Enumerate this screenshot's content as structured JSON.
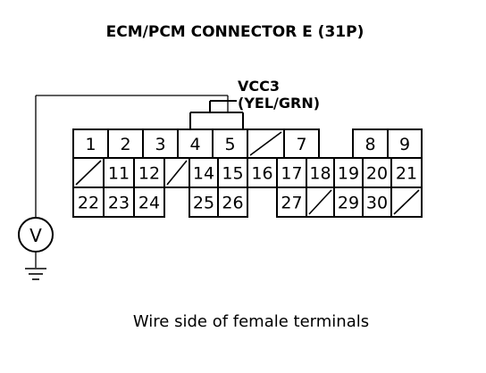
{
  "title": "ECM/PCM CONNECTOR E (31P)",
  "vcc": {
    "name": "VCC3",
    "wire_color": "(YEL/GRN)"
  },
  "meter_symbol": "V",
  "pins": {
    "row1": [
      "1",
      "2",
      "3",
      "4",
      "5",
      "",
      "7",
      "8",
      "9"
    ],
    "row2": [
      "",
      "11",
      "12",
      "",
      "14",
      "15",
      "16",
      "17",
      "18",
      "19",
      "20",
      "21"
    ],
    "row3": [
      "22",
      "23",
      "24",
      "25",
      "26",
      "27",
      "",
      "29",
      "30",
      ""
    ]
  },
  "caption": "Wire side of female terminals"
}
